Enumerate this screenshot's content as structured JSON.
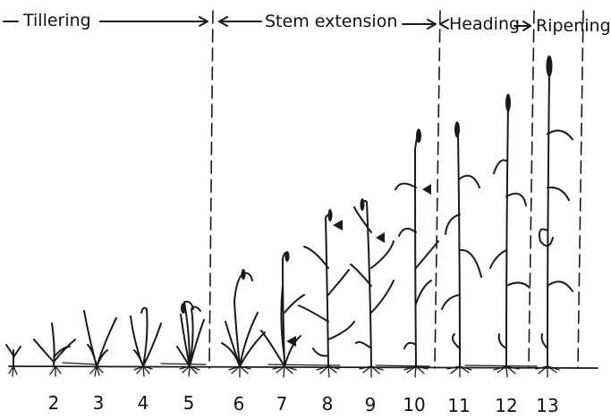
{
  "stages": {
    "tillering": "Tillering",
    "stem_extension": "Stem extension",
    "heading": "Heading",
    "ripening": "Ripening"
  },
  "numbers": [
    "2",
    "3",
    "4",
    "5",
    "6",
    "7",
    "8",
    "9",
    "10",
    "11",
    "12",
    "13"
  ],
  "colors": {
    "ink": "#1a1a1a",
    "background": "#ffffff"
  }
}
